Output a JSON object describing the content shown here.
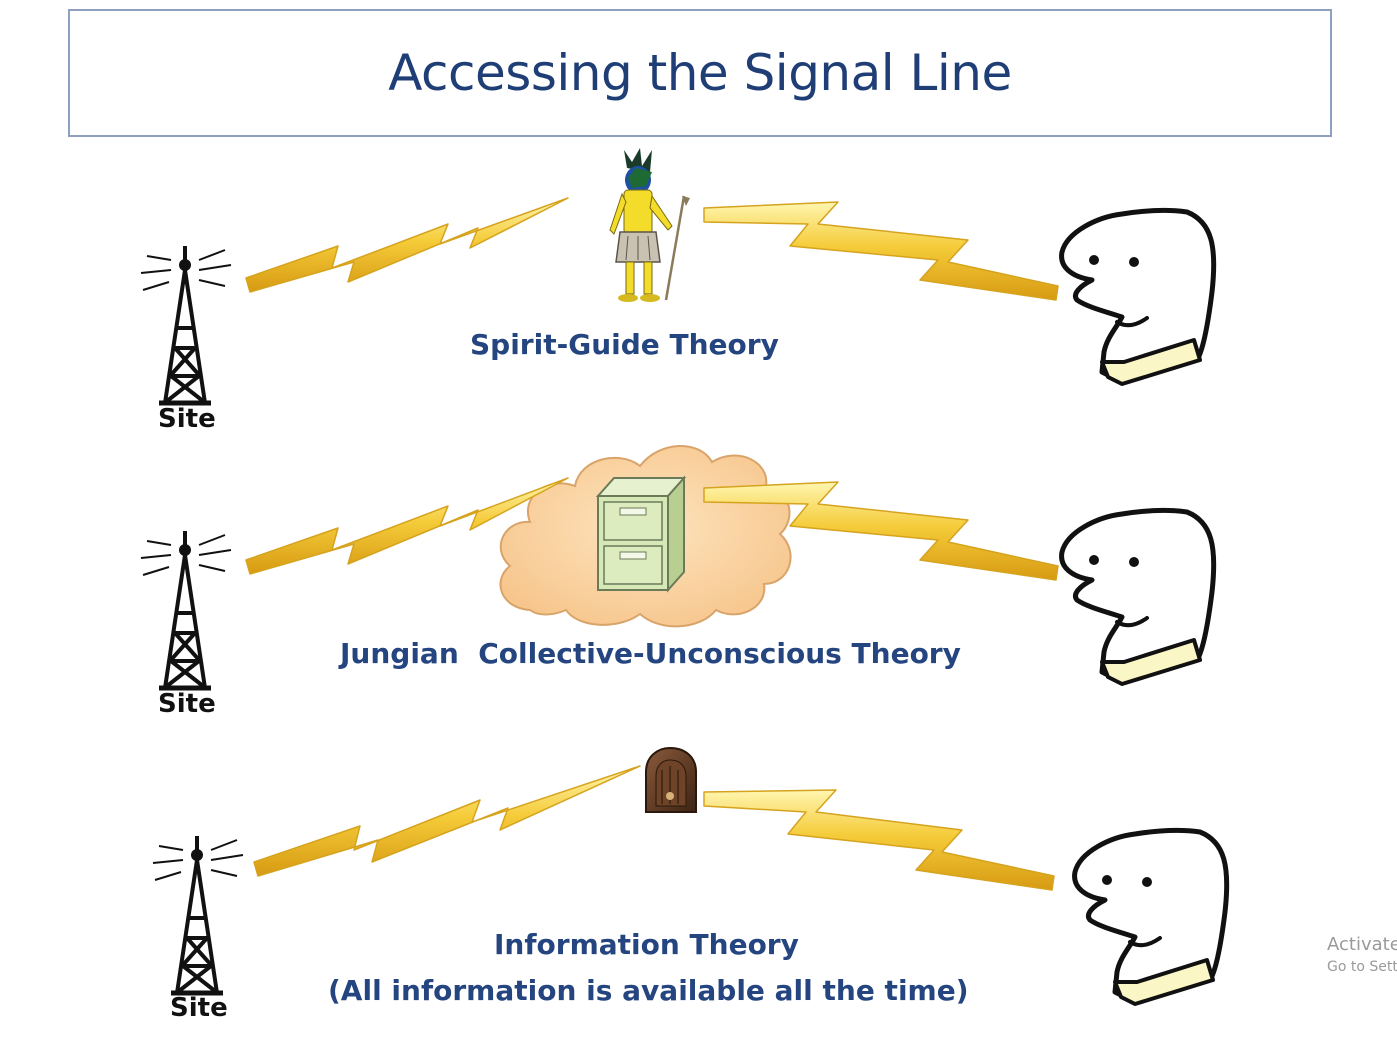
{
  "title": "Accessing the Signal Line",
  "rows": [
    {
      "caption": "Spirit-Guide Theory",
      "site_label": "Site",
      "intermediary": "egyptian-god-figure"
    },
    {
      "caption": "Jungian  Collective-Unconscious Theory",
      "site_label": "Site",
      "intermediary": "cloud-with-filing-cabinet"
    },
    {
      "caption_line1": "Information Theory",
      "caption_line2": "(All information is available all the time)",
      "site_label": "Site",
      "intermediary": "antique-radio"
    }
  ],
  "watermark": {
    "line1": "Activate",
    "line2": "Go to Setti"
  },
  "colors": {
    "title_text": "#1f3e75",
    "caption_text": "#24457f",
    "title_border": "#8e9fc0",
    "lightning": "#f2c230",
    "cloud": "#fcd7a6",
    "cabinet": "#d6e8b6",
    "collar": "#fbf6c6"
  }
}
